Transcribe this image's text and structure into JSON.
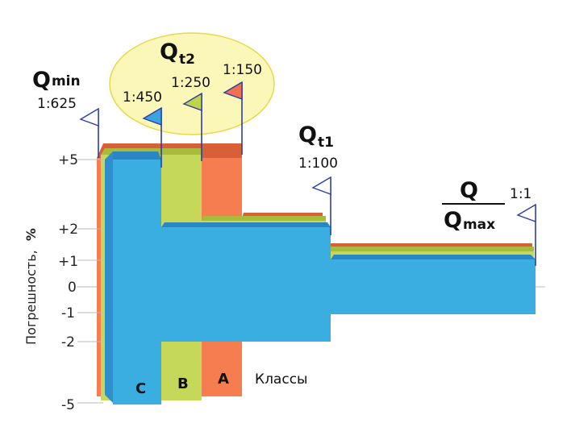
{
  "y_axis": {
    "label": "Погрешность,",
    "unit": "%",
    "ticks": [
      {
        "label": "+5",
        "value": 5
      },
      {
        "label": "+2",
        "value": 2
      },
      {
        "label": "+1",
        "value": 1
      },
      {
        "label": "0",
        "value": 0
      },
      {
        "label": "-1",
        "value": -1
      },
      {
        "label": "-2",
        "value": -2
      },
      {
        "label": "-5",
        "value": -5
      }
    ]
  },
  "flow_points": {
    "qmin": {
      "symbol": "Q",
      "sub": "min",
      "ratio": "1:625"
    },
    "qt2": {
      "symbol": "Q",
      "sub": "t2"
    },
    "qt1": {
      "symbol": "Q",
      "sub": "t1",
      "ratio": "1:100"
    },
    "q_over_qmax": {
      "numerator": "Q",
      "denominator": "Q",
      "denominator_sub": "max",
      "ratio": "1:1"
    }
  },
  "flags": [
    {
      "ratio": "1:625",
      "color": "#ffffff"
    },
    {
      "ratio": "1:450",
      "color": "#3aa3e0"
    },
    {
      "ratio": "1:250",
      "color": "#c0d44a"
    },
    {
      "ratio": "1:150",
      "color": "#f07050"
    },
    {
      "ratio": "1:100",
      "color": "#ffffff"
    },
    {
      "ratio": "1:1",
      "color": "#ffffff"
    }
  ],
  "classes": {
    "title": "Классы",
    "items": [
      {
        "label": "C",
        "color": "#3aaee0"
      },
      {
        "label": "B",
        "color": "#c6d85a"
      },
      {
        "label": "A",
        "color": "#f57d50"
      }
    ]
  },
  "colors": {
    "class_c": "#3aaee0",
    "class_b": "#c6d85a",
    "class_a": "#f57d50",
    "highlight_ellipse": "#fbf7b8",
    "flag_outline": "#2b3ea8"
  }
}
